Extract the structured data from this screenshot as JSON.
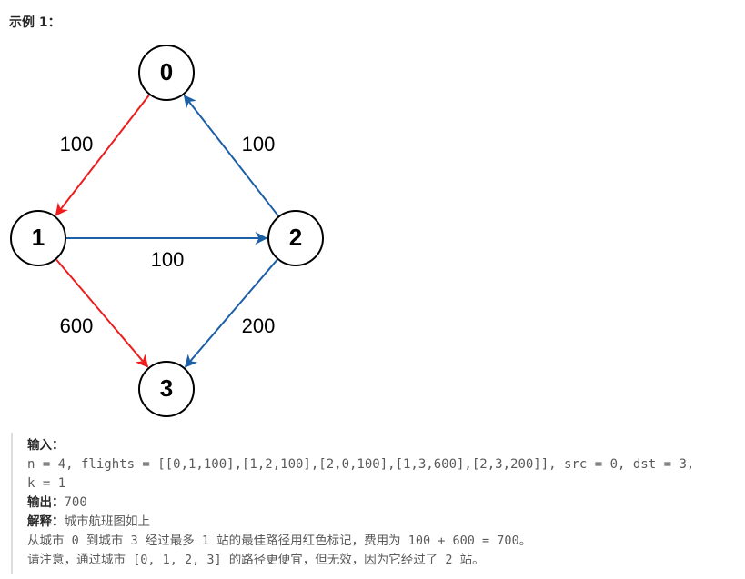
{
  "example": {
    "title": "示例 1："
  },
  "graph": {
    "nodes": [
      {
        "id": "0",
        "label": "0"
      },
      {
        "id": "1",
        "label": "1"
      },
      {
        "id": "2",
        "label": "2"
      },
      {
        "id": "3",
        "label": "3"
      }
    ],
    "edges": [
      {
        "from": "0",
        "to": "1",
        "weight": "100",
        "color": "#ee1c1c"
      },
      {
        "from": "2",
        "to": "0",
        "weight": "100",
        "color": "#1d5fa4"
      },
      {
        "from": "1",
        "to": "2",
        "weight": "100",
        "color": "#1d5fa4"
      },
      {
        "from": "1",
        "to": "3",
        "weight": "600",
        "color": "#ee1c1c"
      },
      {
        "from": "2",
        "to": "3",
        "weight": "200",
        "color": "#1d5fa4"
      }
    ]
  },
  "io": {
    "input_label": "输入：",
    "input_line1": "n = 4, flights = [[0,1,100],[1,2,100],[2,0,100],[1,3,600],[2,3,200]], src = 0, dst = 3,",
    "input_line2": "k = 1",
    "output_label": "输出：",
    "output_value": "700",
    "explanation_label": "解释：",
    "explanation_intro": "城市航班图如上",
    "explanation_line1": "从城市 0 到城市 3 经过最多 1 站的最佳路径用红色标记，费用为 100 + 600 = 700。",
    "explanation_line2": "请注意，通过城市 [0, 1, 2, 3] 的路径更便宜，但无效，因为它经过了 2 站。"
  }
}
